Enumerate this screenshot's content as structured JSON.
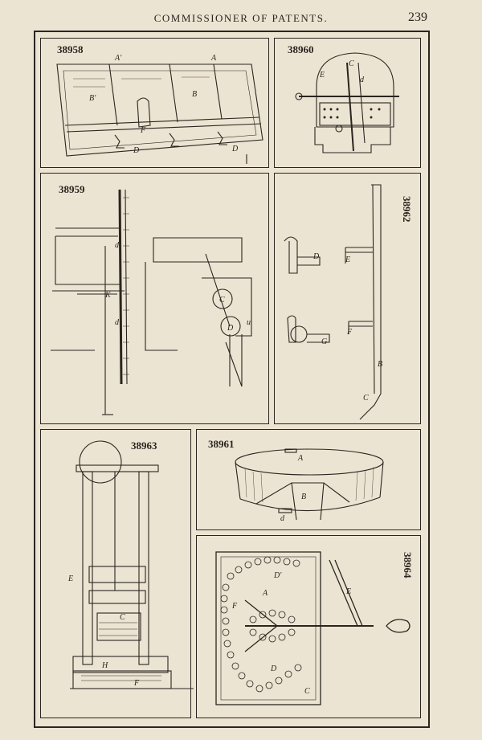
{
  "header": {
    "title": "COMMISSIONER OF PATENTS.",
    "page_number": "239"
  },
  "figures": {
    "p38958": {
      "number": "38958",
      "labels": [
        "A'",
        "A",
        "B'",
        "B",
        "F",
        "D",
        "D"
      ]
    },
    "p38960": {
      "number": "38960",
      "labels": [
        "C",
        "E",
        "d"
      ]
    },
    "p38959": {
      "number": "38959",
      "labels": [
        "d",
        "K",
        "d",
        "C",
        "D",
        "u"
      ]
    },
    "p38962": {
      "number": "38962",
      "labels": [
        "D",
        "E",
        "G",
        "F",
        "B",
        "C"
      ]
    },
    "p38963": {
      "number": "38963",
      "labels": [
        "E",
        "C",
        "H",
        "F"
      ]
    },
    "p38961": {
      "number": "38961",
      "labels": [
        "A",
        "B",
        "d"
      ]
    },
    "p38964": {
      "number": "38964",
      "labels": [
        "D'",
        "A",
        "F",
        "E",
        "D",
        "C"
      ]
    }
  }
}
